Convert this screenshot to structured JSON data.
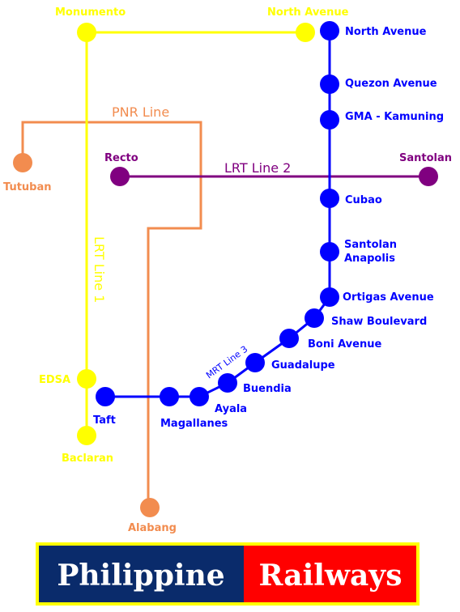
{
  "lines": {
    "lrt1": {
      "label": "LRT Line 1",
      "color": "#ffff00"
    },
    "lrt2": {
      "label": "LRT Line 2",
      "color": "#800080"
    },
    "mrt3": {
      "label": "MRT Line 3",
      "color": "#0000ff"
    },
    "pnr": {
      "label": "PNR Line",
      "color": "#f28c4f"
    }
  },
  "stations": {
    "lrt1": {
      "monumento": "Monumento",
      "north_avenue": "North Avenue",
      "edsa": "EDSA",
      "baclaran": "Baclaran"
    },
    "lrt2": {
      "recto": "Recto",
      "santolan": "Santolan"
    },
    "pnr": {
      "tutuban": "Tutuban",
      "alabang": "Alabang"
    },
    "mrt3": {
      "north_avenue": "North Avenue",
      "quezon_avenue": "Quezon Avenue",
      "gma_kamuning": "GMA - Kamuning",
      "cubao": "Cubao",
      "santolan_anapolis_1": "Santolan",
      "santolan_anapolis_2": "Anapolis",
      "ortigas": "Ortigas Avenue",
      "shaw": "Shaw Boulevard",
      "boni": "Boni Avenue",
      "guadalupe": "Guadalupe",
      "buendia": "Buendia",
      "ayala": "Ayala",
      "magallanes": "Magallanes",
      "taft": "Taft"
    }
  },
  "banner": {
    "left_text": "Philippine",
    "right_text": "Railways",
    "left_color": "#0a2b6b",
    "right_color": "#ff0000",
    "border_color": "#ffff00"
  }
}
